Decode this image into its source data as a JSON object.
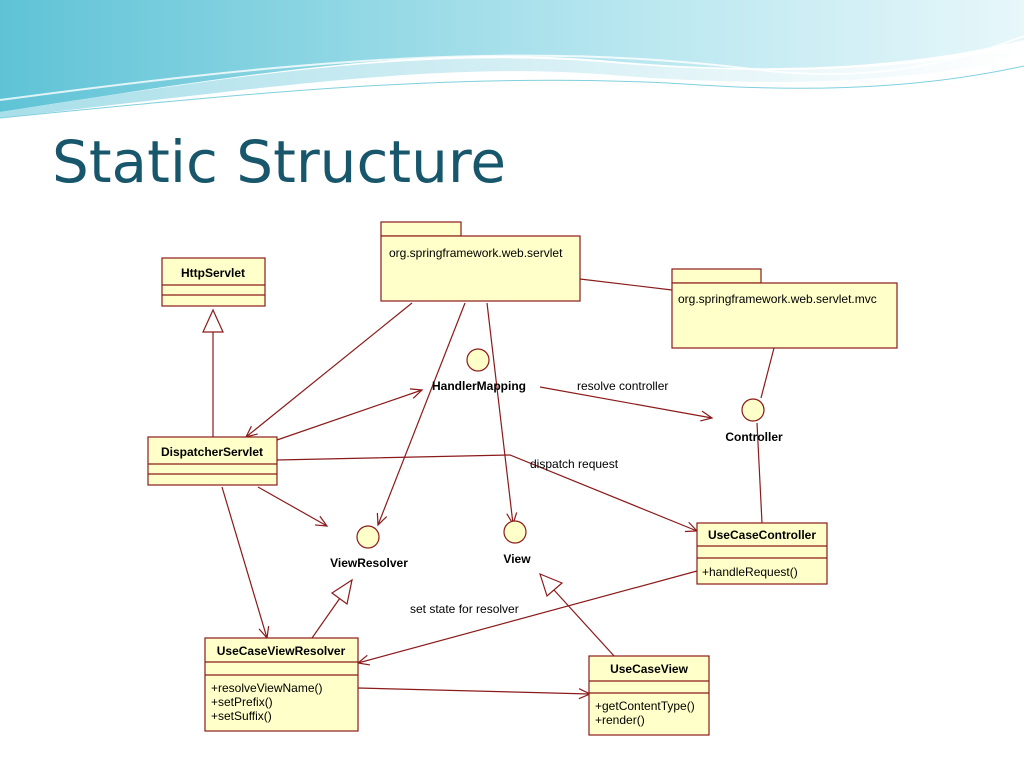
{
  "slide": {
    "title": "Static Structure"
  },
  "packages": {
    "servlet": "org.springframework.web.servlet",
    "mvc": "org.springframework.web.servlet.mvc"
  },
  "classes": {
    "http_servlet": {
      "name": "HttpServlet"
    },
    "dispatcher_servlet": {
      "name": "DispatcherServlet"
    },
    "use_case_controller": {
      "name": "UseCaseController",
      "operations": [
        "+handleRequest()"
      ]
    },
    "use_case_view_resolver": {
      "name": "UseCaseViewResolver",
      "operations": [
        "+resolveViewName()",
        "+setPrefix()",
        "+setSuffix()"
      ]
    },
    "use_case_view": {
      "name": "UseCaseView",
      "operations": [
        "+getContentType()",
        "+render()"
      ]
    }
  },
  "interfaces": {
    "handler_mapping": "HandlerMapping",
    "controller": "Controller",
    "view_resolver": "ViewResolver",
    "view": "View"
  },
  "edge_labels": {
    "resolve_controller": "resolve controller",
    "dispatch_request": "dispatch request",
    "set_state": "set state for resolver"
  },
  "colors": {
    "title": "#17566b",
    "box_fill": "#ffffc9",
    "box_stroke": "#8b1a1a",
    "wave_accent": "#5fc3d6"
  }
}
